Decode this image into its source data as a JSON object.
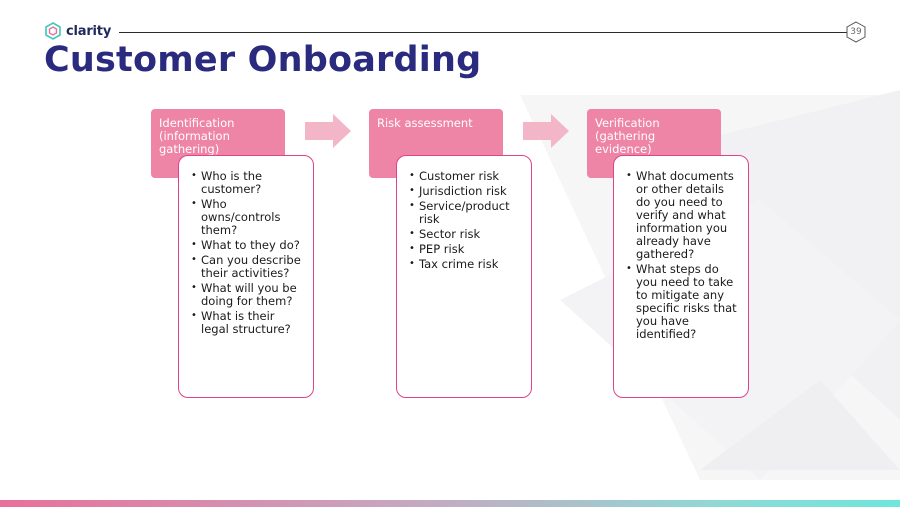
{
  "brand": {
    "logo_text": "clarity"
  },
  "slide": {
    "page_number": "39",
    "title": "Customer Onboarding"
  },
  "steps": [
    {
      "header": "Identification (information gathering)",
      "items": [
        "Who is the customer?",
        "Who owns/controls them?",
        "What to they do?",
        "Can you describe their activities?",
        "What will you be doing for them?",
        "What is their legal structure?"
      ]
    },
    {
      "header": "Risk assessment",
      "items": [
        "Customer risk",
        "Jurisdiction risk",
        "Service/product risk",
        "Sector risk",
        "PEP risk",
        "Tax crime risk"
      ]
    },
    {
      "header": "Verification (gathering evidence)",
      "items": [
        "What documents or other details do you need to verify and what information you already have gathered?",
        "What steps do you need to take to mitigate any specific risks that you have identified?"
      ]
    }
  ],
  "colors": {
    "header_fill": "#ee84a6",
    "arrow_fill": "#f3b6c8",
    "card_border": "#e0438a",
    "title_color": "#2a2a7e"
  },
  "icons": {
    "logo": "clarity-hexagon-logo-icon",
    "arrow": "right-arrow-icon",
    "page_badge": "hexagon-badge-icon"
  }
}
